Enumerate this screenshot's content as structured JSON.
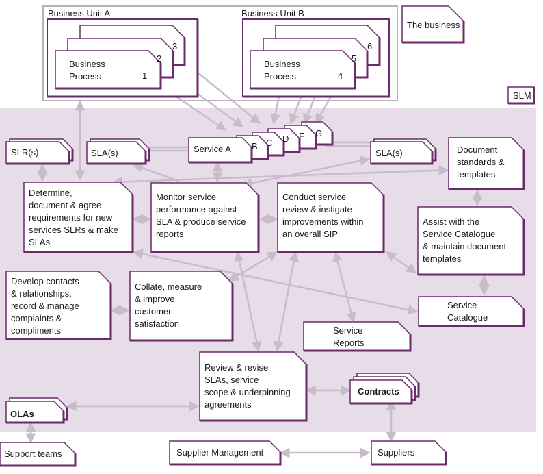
{
  "colors": {
    "band": "#e7dde9",
    "stroke": "#6b2a6b",
    "arrow": "#c8bccb",
    "frame": "#b5b5b5",
    "text": "#1a1a1a"
  },
  "labels": {
    "business_unit_a": "Business Unit A",
    "business_unit_b": "Business Unit B",
    "business_process_a": "Business\nProcess",
    "business_process_b": "Business\nProcess",
    "num_1": "1",
    "num_2": "2",
    "num_3": "3",
    "num_4": "4",
    "num_5": "5",
    "num_6": "6",
    "the_business": "The business",
    "slm": "SLM",
    "slr": "SLR(s)",
    "sla_left": "SLA(s)",
    "sla_right": "SLA(s)",
    "service_a": "Service A",
    "svc_b": "B",
    "svc_c": "C",
    "svc_d": "D",
    "svc_f": "F",
    "svc_g": "G",
    "document_standards": "Document\nstandards &\ntemplates",
    "determine": "Determine,\ndocument & agree\nrequirements for new\nservices SLRs & make\nSLAs",
    "monitor": "Monitor service\nperformance against\nSLA & produce service\nreports",
    "conduct": "Conduct service\nreview & instigate\nimprovements within\nan overall SIP",
    "assist": "Assist with the\nService Catalogue\n& maintain document\ntemplates",
    "develop": "Develop contacts\n& relationships,\nrecord & manage\ncomplaints &\ncompliments",
    "collate": "Collate, measure\n& improve\ncustomer\nsatisfaction",
    "service_catalogue": "Service\nCatalogue",
    "service_reports": "Service\nReports",
    "review": "Review & revise\nSLAs, service\nscope & underpinning\nagreements",
    "contracts": "Contracts",
    "olas": "OLAs",
    "support_teams": "Support teams",
    "supplier_management": "Supplier Management",
    "suppliers": "Suppliers"
  }
}
